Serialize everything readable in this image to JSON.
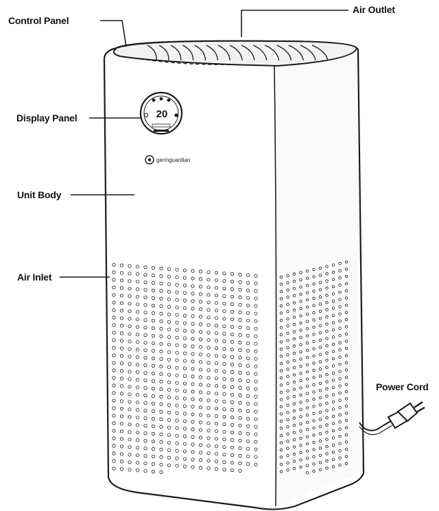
{
  "labels": {
    "control_panel": "Control Panel",
    "air_outlet": "Air Outlet",
    "display_panel": "Display Panel",
    "unit_body": "Unit Body",
    "air_inlet": "Air Inlet",
    "power_cord": "Power Cord"
  },
  "device": {
    "display_value": "20",
    "brand": "germguardian"
  },
  "colors": {
    "line": "#1a1a1a",
    "body": "#ffffff",
    "shade": "#f4f4f4"
  }
}
